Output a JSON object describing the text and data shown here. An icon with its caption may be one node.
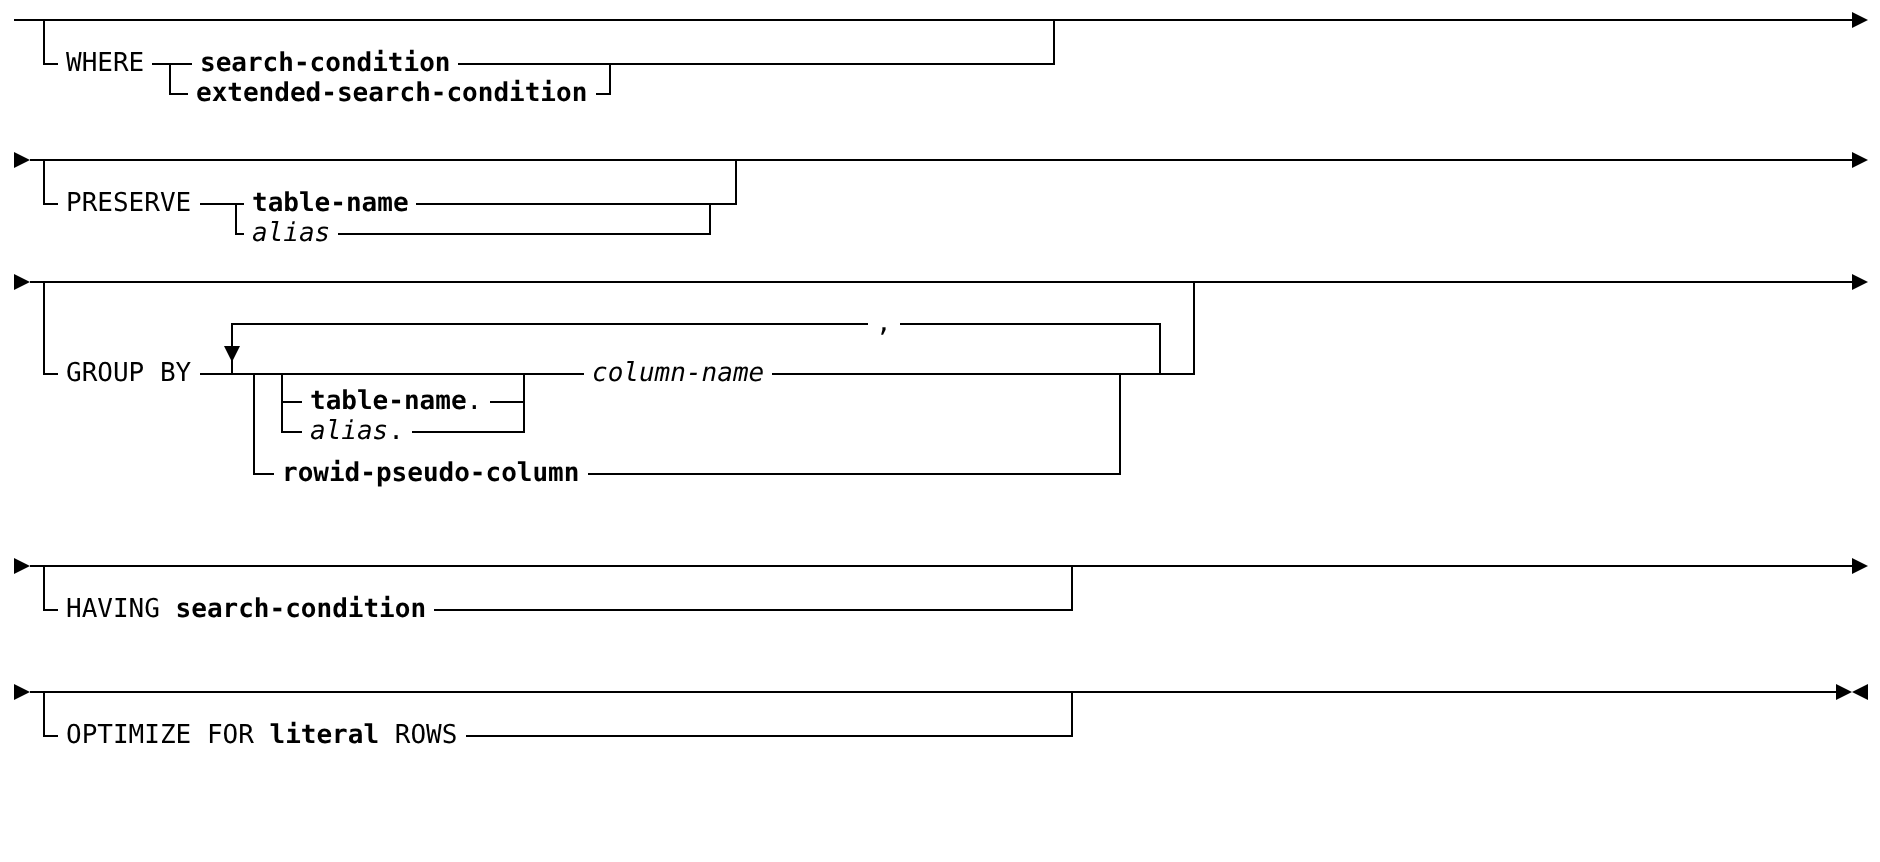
{
  "diagram": {
    "labels": [
      "WHERE",
      "search-condition",
      "extended-search-condition",
      "PRESERVE",
      "table-name",
      "alias",
      ",",
      "GROUP BY",
      "column-name",
      "**table-name**.",
      "*alias*.",
      "rowid-pseudo-column",
      "HAVING **search-condition**",
      "OPTIMIZE FOR **literal** ROWS"
    ]
  }
}
